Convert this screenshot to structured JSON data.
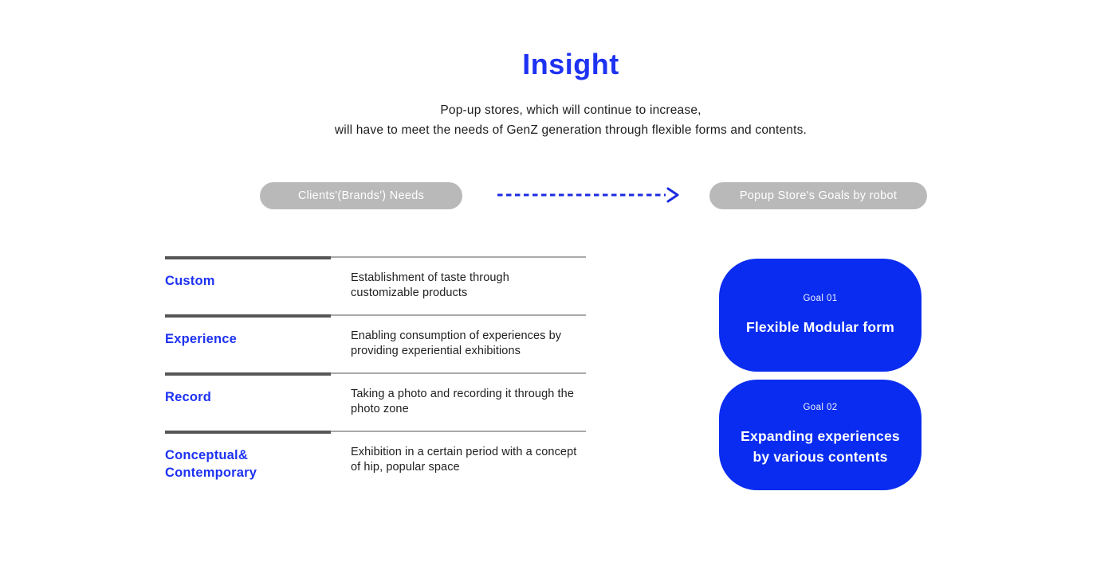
{
  "header": {
    "title": "Insight",
    "subtitle_line1": "Pop-up stores, which will continue to increase,",
    "subtitle_line2": "will have to meet the needs of GenZ generation through flexible forms and contents."
  },
  "flow": {
    "left_pill_label": "Clients'(Brands') Needs",
    "right_pill_label": "Popup Store's Goals by robot",
    "arrow_icon": "dashed-arrow-right"
  },
  "needs_table": {
    "rows": [
      {
        "label": "Custom",
        "description": "Establishment of taste through customizable products"
      },
      {
        "label": "Experience",
        "description": "Enabling consumption of experiences by providing experiential exhibitions"
      },
      {
        "label": "Record",
        "description": "Taking a photo and recording it through the photo zone"
      },
      {
        "label": "Conceptual& Contemporary",
        "description": "Exhibition in a certain period with a concept of hip, popular space"
      }
    ]
  },
  "goals": {
    "cards": [
      {
        "tag": "Goal 01",
        "title": "Flexible Modular form"
      },
      {
        "tag": "Goal 02",
        "title": "Expanding experiences by various contents"
      }
    ]
  },
  "colors": {
    "brand_blue_text": "#1d32f2",
    "card_blue": "#0a2cf0",
    "arrow_blue": "#1b2ce0",
    "pill_gray": "#b9b9b9",
    "thick_rule": "#565656",
    "thin_rule": "#a9a9a9",
    "body_text": "#1c1c1c",
    "background": "#ffffff"
  }
}
